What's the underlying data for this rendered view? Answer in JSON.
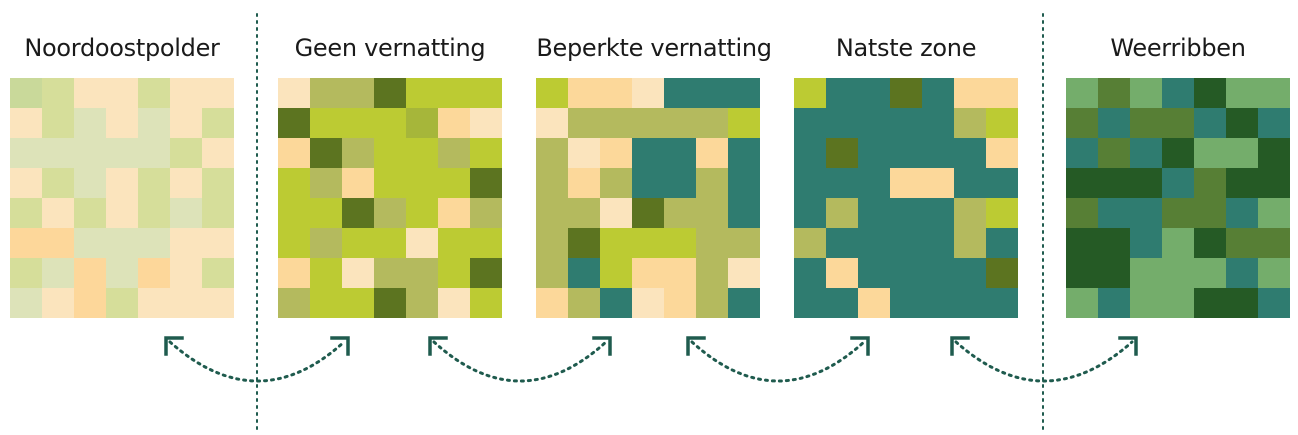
{
  "panels": [
    {
      "title": "Noordoostpolder",
      "cells": [
        "cl",
        "cy",
        "cp",
        "cp",
        "cy",
        "cp",
        "cp",
        "cp",
        "cy",
        "cg",
        "cp",
        "cg",
        "cp",
        "cy",
        "cg",
        "cg",
        "cg",
        "cg",
        "cg",
        "cy",
        "cp",
        "cp",
        "cy",
        "cg",
        "cp",
        "cy",
        "cp",
        "cy",
        "cy",
        "cp",
        "cy",
        "cp",
        "cy",
        "cg",
        "cy",
        "cs",
        "cs",
        "cg",
        "cg",
        "cg",
        "cp",
        "cp",
        "cy",
        "cg",
        "cs",
        "cg",
        "cs",
        "cp",
        "cy",
        "cg",
        "cp",
        "cs",
        "cy",
        "cp",
        "cp",
        "cp"
      ]
    },
    {
      "title": "Geen vernatting",
      "cells": [
        "cp",
        "ol",
        "ol",
        "do",
        "lg",
        "lg",
        "lg",
        "do",
        "lg",
        "lg",
        "lg",
        "ly",
        "pe",
        "cp",
        "pe",
        "do",
        "ol",
        "lg",
        "lg",
        "ol",
        "lg",
        "lg",
        "ol",
        "pe",
        "lg",
        "lg",
        "lg",
        "do",
        "lg",
        "lg",
        "do",
        "ol",
        "lg",
        "pe",
        "ol",
        "lg",
        "ol",
        "lg",
        "lg",
        "cp",
        "lg",
        "lg",
        "pe",
        "lg",
        "cp",
        "ol",
        "ol",
        "lg",
        "do",
        "ol",
        "lg",
        "lg",
        "do",
        "ol",
        "cp",
        "lg"
      ]
    },
    {
      "title": "Beperkte vernatting",
      "cells": [
        "lg",
        "pe",
        "pe",
        "cp",
        "te",
        "te",
        "te",
        "cp",
        "ol",
        "ol",
        "ol",
        "ol",
        "ol",
        "lg",
        "ol",
        "cp",
        "pe",
        "te",
        "te",
        "pe",
        "te",
        "ol",
        "pe",
        "ol",
        "te",
        "te",
        "ol",
        "te",
        "ol",
        "ol",
        "cp",
        "do",
        "ol",
        "ol",
        "te",
        "ol",
        "do",
        "lg",
        "lg",
        "lg",
        "ol",
        "ol",
        "ol",
        "te",
        "lg",
        "pe",
        "pe",
        "ol",
        "cp",
        "pe",
        "ol",
        "te",
        "cp",
        "pe",
        "ol",
        "te"
      ]
    },
    {
      "title": "Natste zone",
      "cells": [
        "lg",
        "te",
        "te",
        "do",
        "te",
        "pe",
        "pe",
        "te",
        "te",
        "te",
        "te",
        "te",
        "ol",
        "lg",
        "te",
        "do",
        "te",
        "te",
        "te",
        "te",
        "pe",
        "te",
        "te",
        "te",
        "pe",
        "pe",
        "te",
        "te",
        "te",
        "ol",
        "te",
        "te",
        "te",
        "ol",
        "lg",
        "ol",
        "te",
        "te",
        "te",
        "te",
        "ol",
        "te",
        "te",
        "pe",
        "te",
        "te",
        "te",
        "te",
        "do",
        "te",
        "te",
        "pe",
        "te",
        "te",
        "te",
        "te"
      ]
    },
    {
      "title": "Weerribben",
      "cells": [
        "mg",
        "dm",
        "mg",
        "te",
        "df",
        "mg",
        "mg",
        "dm",
        "te",
        "dm",
        "dm",
        "te",
        "df",
        "te",
        "te",
        "dm",
        "te",
        "df",
        "mg",
        "mg",
        "df",
        "df",
        "df",
        "df",
        "te",
        "dm",
        "df",
        "df",
        "dm",
        "te",
        "te",
        "dm",
        "dm",
        "te",
        "mg",
        "df",
        "df",
        "te",
        "mg",
        "df",
        "dm",
        "dm",
        "df",
        "df",
        "mg",
        "mg",
        "mg",
        "te",
        "mg",
        "mg",
        "te",
        "mg",
        "mg",
        "df",
        "df",
        "te"
      ]
    }
  ],
  "palette": {
    "cl": "#c9d99a",
    "cy": "#d6de9a",
    "cp": "#fbe4bd",
    "cg": "#dde3b9",
    "cs": "#fdd79a",
    "pe": "#fcd89a",
    "ly": "#a6b63a",
    "lg": "#bccb33",
    "ol": "#b4ba5e",
    "do": "#5c7420",
    "te": "#2f7c70",
    "mg": "#74ad6b",
    "dm": "#577f35",
    "df": "#255a25"
  },
  "colors": {
    "divider": "#1f5b4e",
    "arrow": "#1f5b4e"
  }
}
